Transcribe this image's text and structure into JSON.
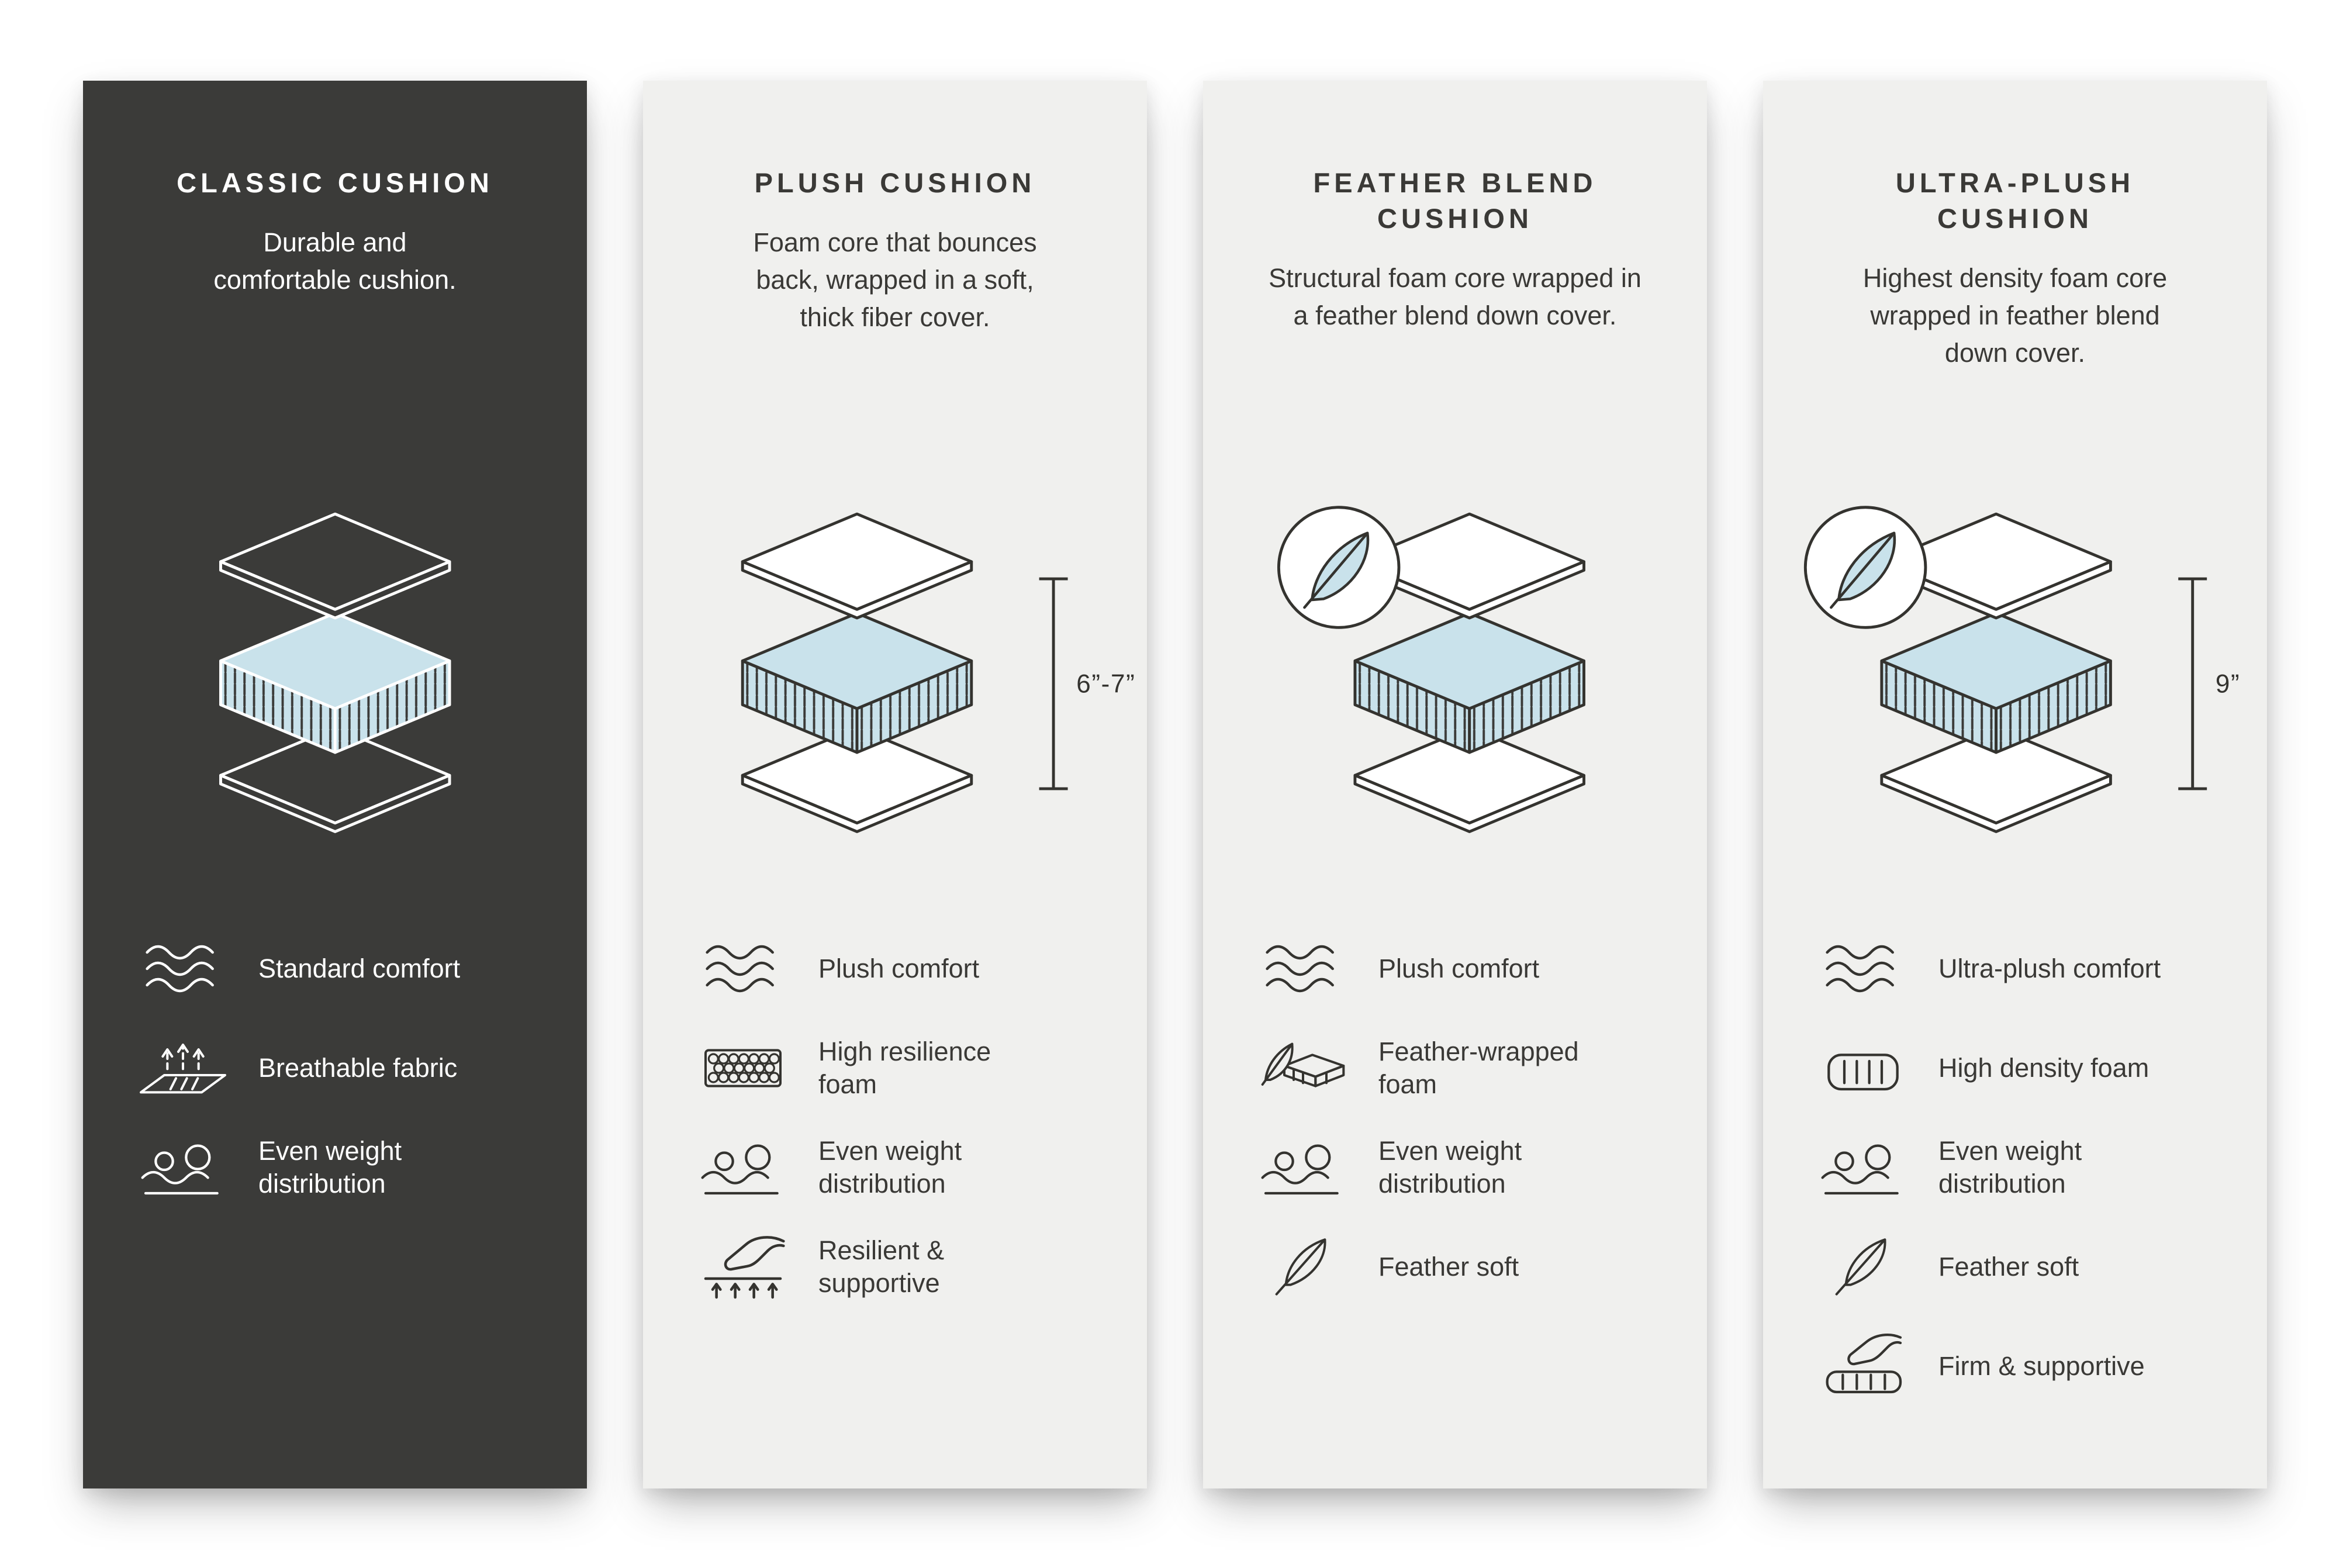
{
  "colors": {
    "page_background": "#FFFFFF",
    "dark_panel_background": "#3B3B39",
    "light_panel_background": "#F0F0EE",
    "foam_blue": "#C9E2EB",
    "dark_text": "#3A3936",
    "light_text": "#FFFFFF"
  },
  "panels": [
    {
      "id": "classic-cushion",
      "theme": "dark",
      "title": "CLASSIC CUSHION",
      "description": "Durable and comfortable cushion.",
      "diagram": {
        "feather_badge": false,
        "measurement": null
      },
      "features": [
        {
          "icon": "wave-icon",
          "label": "Standard comfort"
        },
        {
          "icon": "breathable-icon",
          "label": "Breathable fabric"
        },
        {
          "icon": "weight-distribution-icon",
          "label": "Even weight distribution"
        }
      ]
    },
    {
      "id": "plush-cushion",
      "theme": "light",
      "title": "PLUSH CUSHION",
      "description": "Foam core that bounces back, wrapped in a soft, thick fiber cover.",
      "diagram": {
        "feather_badge": false,
        "measurement": "6”-7”"
      },
      "features": [
        {
          "icon": "wave-icon",
          "label": "Plush comfort"
        },
        {
          "icon": "honeycomb-icon",
          "label": "High resilience foam"
        },
        {
          "icon": "weight-distribution-icon",
          "label": "Even weight distribution"
        },
        {
          "icon": "hand-press-icon",
          "label": "Resilient & supportive"
        }
      ]
    },
    {
      "id": "feather-blend-cushion",
      "theme": "light",
      "title": "FEATHER BLEND CUSHION",
      "description": "Structural foam core wrapped in a feather blend down cover.",
      "diagram": {
        "feather_badge": true,
        "measurement": null
      },
      "features": [
        {
          "icon": "wave-icon",
          "label": "Plush comfort"
        },
        {
          "icon": "feather-wrapped-foam-icon",
          "label": "Feather-wrapped foam"
        },
        {
          "icon": "weight-distribution-icon",
          "label": "Even weight distribution"
        },
        {
          "icon": "feather-icon",
          "label": "Feather soft"
        }
      ]
    },
    {
      "id": "ultra-plush-cushion",
      "theme": "light",
      "title": "ULTRA-PLUSH CUSHION",
      "description": "Highest density foam core wrapped in feather blend down cover.",
      "diagram": {
        "feather_badge": true,
        "measurement": "9”"
      },
      "features": [
        {
          "icon": "wave-icon",
          "label": "Ultra-plush comfort"
        },
        {
          "icon": "high-density-foam-icon",
          "label": "High density foam"
        },
        {
          "icon": "weight-distribution-icon",
          "label": "Even weight distribution"
        },
        {
          "icon": "feather-icon",
          "label": "Feather soft"
        },
        {
          "icon": "firm-supportive-icon",
          "label": "Firm & supportive"
        }
      ]
    }
  ]
}
